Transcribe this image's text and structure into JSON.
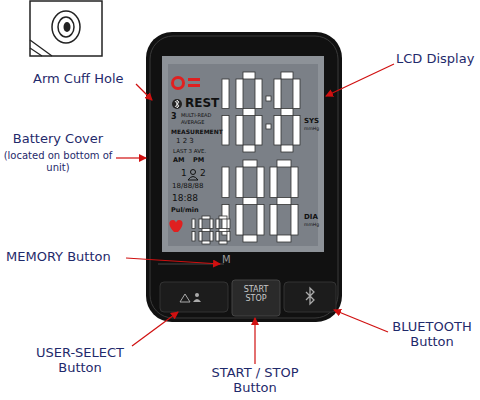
{
  "diagram": {
    "labels": [
      "Arm Cuff Hole",
      "LCD Display",
      "Battery Cover",
      "(located on bottom of unit)",
      "MEMORY Button",
      "USER-SELECT Button",
      "START / STOP Button",
      "BLUETOOTH Button",
      "REST",
      "3",
      "MULTI-READ",
      "AVERAGE",
      "MEASUREMENT",
      "1 2 3",
      "LAST 3 AVE.",
      "AM",
      "PM",
      "1",
      "2",
      "18/88/88",
      "18:88",
      "Pul/min",
      "SYS",
      "mmHg",
      "DIA",
      "mmHg",
      "M",
      "START STOP"
    ]
  }
}
